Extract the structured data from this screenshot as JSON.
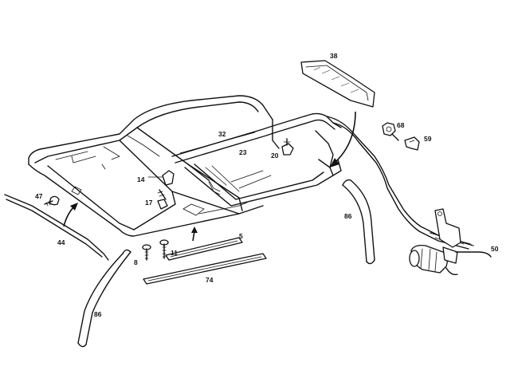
{
  "diagram": {
    "callouts": {
      "p38": "38",
      "p68": "68",
      "p59": "59",
      "p32": "32",
      "p23": "23",
      "p20": "20",
      "p14": "14",
      "p17": "17",
      "p47": "47",
      "p44": "44",
      "p86_right": "86",
      "p86_left": "86",
      "p5": "5",
      "p8": "8",
      "p11": "11",
      "p74": "74",
      "p50": "50"
    }
  }
}
